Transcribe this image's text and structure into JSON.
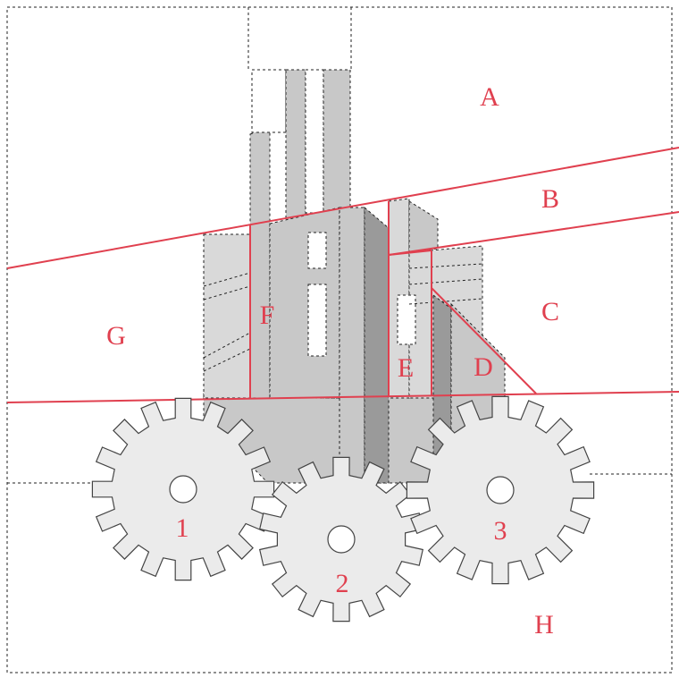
{
  "regions": [
    {
      "id": "A",
      "label": "A"
    },
    {
      "id": "B",
      "label": "B"
    },
    {
      "id": "C",
      "label": "C"
    },
    {
      "id": "D",
      "label": "D"
    },
    {
      "id": "E",
      "label": "E"
    },
    {
      "id": "F",
      "label": "F"
    },
    {
      "id": "G",
      "label": "G"
    },
    {
      "id": "H",
      "label": "H"
    }
  ],
  "gears": [
    {
      "id": "1",
      "label": "1",
      "teeth": 16
    },
    {
      "id": "2",
      "label": "2",
      "teeth": 14
    },
    {
      "id": "3",
      "label": "3",
      "teeth": 16
    }
  ],
  "colors": {
    "partition_lines": "#e0404f",
    "labels": "#e0404f",
    "building": "#c8c8c8",
    "building_dark": "#9a9a9a",
    "gear_fill": "#ebebeb"
  }
}
